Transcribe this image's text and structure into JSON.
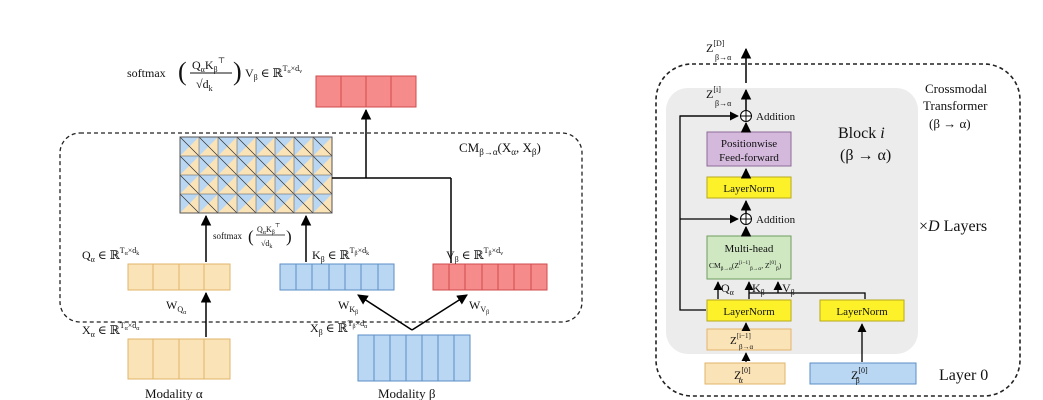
{
  "left": {
    "cm_label": "CM",
    "cm_sub": "β→α",
    "cm_args": "(X",
    "cm_args_a": "α",
    "cm_args_mid": ", X",
    "cm_args_b": "β",
    "cm_args_end": ")",
    "softmax_top": "softmax",
    "softmax_num": "Q",
    "softmax_num_a": "α",
    "softmax_num_k": "K",
    "softmax_num_kb": "β",
    "softmax_num_t": "⊤",
    "softmax_den": "√d",
    "softmax_den_k": "k",
    "softmax_tail": "V",
    "softmax_tail_b": "β",
    "softmax_tail_in": " ∈ ℝ",
    "softmax_tail_sup": "T",
    "softmax_tail_sup_a": "α",
    "softmax_tail_sup_x": "×d",
    "softmax_tail_sup_v": "v",
    "softmax_small": "softmax",
    "q_label": "Q",
    "q_sub": "α",
    "q_in": " ∈ ℝ",
    "q_sup": "T",
    "q_sup_a": "α",
    "q_sup_x": "×d",
    "q_sup_k": "k",
    "k_label": "K",
    "k_sub": "β",
    "k_sup_b": "β",
    "v_label": "V",
    "v_sub": "β",
    "v_sup_v": "v",
    "wq": "W",
    "wq_sub": "Q",
    "wq_sub2": "α",
    "wk": "W",
    "wk_sub": "K",
    "wk_sub2": "β",
    "wv": "W",
    "wv_sub": "V",
    "wv_sub2": "β",
    "xa_label": "X",
    "xa_sub": "α",
    "xb_label": "X",
    "xb_sub": "β",
    "modality_a": "Modality α",
    "modality_b": "Modality β"
  },
  "right": {
    "z_top": "Z",
    "z_top_sup": "[D]",
    "z_top_sub": "β→α",
    "z_i": "Z",
    "z_i_sup": "[i]",
    "z_i_sub": "β→α",
    "addition_1": "Addition",
    "addition_2": "Addition",
    "positionwise_1": "Positionwise",
    "positionwise_2": "Feed-forward",
    "layernorm_top": "LayerNorm",
    "multihead_1": "Multi-head",
    "multihead_2": "CM",
    "multihead_2b": "β→α",
    "multihead_2c": "(Z",
    "multihead_2d": "[i−1]",
    "multihead_2e": "β→α",
    "multihead_2f": ", Z",
    "multihead_2g": "[0]",
    "multihead_2h": "β",
    "multihead_2i": ")",
    "qa": "Q",
    "qa_sub": "α",
    "kb": "K",
    "kb_sub": "β",
    "vb": "V",
    "vb_sub": "β",
    "layernorm_left": "LayerNorm",
    "layernorm_right": "LayerNorm",
    "z_prev": "Z",
    "z_prev_sup": "[i−1]",
    "z_prev_sub": "β→α",
    "z_alpha0": "Z",
    "z_alpha0_sup": "[0]",
    "z_alpha0_sub": "α",
    "z_beta0": "Z",
    "z_beta0_sup": "[0]",
    "z_beta0_sub": "β",
    "block_1": "Block ",
    "block_1i": "i",
    "block_2": "(β → α)",
    "crossmodal_1": "Crossmodal",
    "crossmodal_2": "Transformer",
    "crossmodal_3": "(β → α)",
    "times_d": "×",
    "times_d2": "D",
    "times_d3": " Layers",
    "layer0": "Layer 0"
  },
  "colors": {
    "orange_fill": "#fbe3b8",
    "orange_stroke": "#e2b56a",
    "blue_fill": "#b9d6f2",
    "blue_stroke": "#5b8fc7",
    "red_fill": "#f58b8b",
    "red_stroke": "#d14b4b",
    "purple_fill": "#d4b9dd",
    "green_fill": "#cfe8c2",
    "yellow_fill": "#fdf22a",
    "block_bg": "#ececec"
  }
}
